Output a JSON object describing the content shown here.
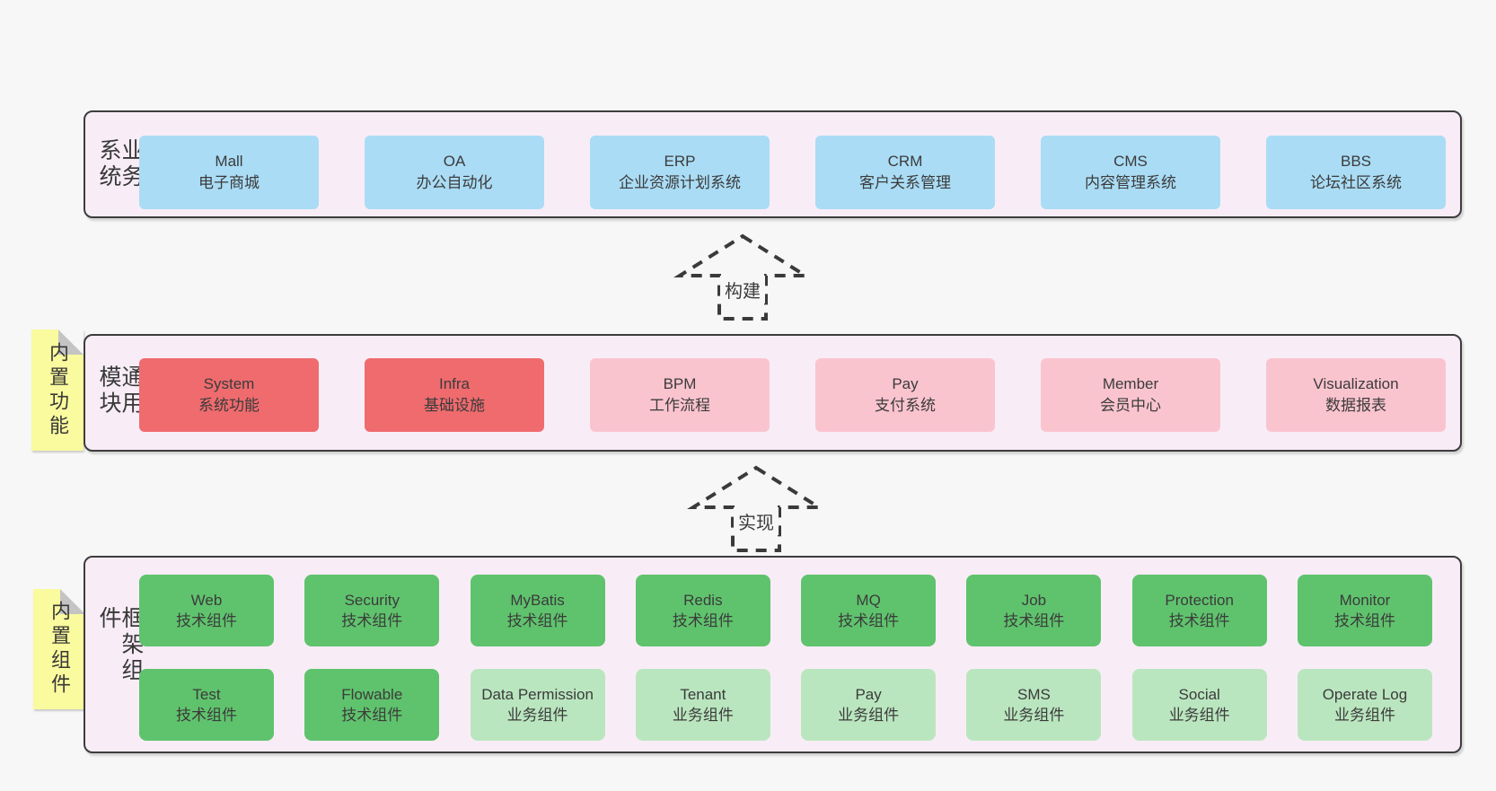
{
  "colors": {
    "page_bg": "#f7f7f7",
    "band_bg": "#f8edf6",
    "band_border": "#3d3d3d",
    "blue_box": "#aadcf5",
    "red_box": "#ef6b6e",
    "pink_box": "#fac4cf",
    "green_box": "#5fc36d",
    "light_green_box": "#bae6bf",
    "sticky_yellow": "#fafa9e",
    "text": "#3b3b3b"
  },
  "stickies": [
    {
      "label": "内置功能"
    },
    {
      "label": "内置组件"
    }
  ],
  "arrows": [
    {
      "label": "构建"
    },
    {
      "label": "实现"
    }
  ],
  "bands": [
    {
      "label": "业务系统",
      "boxes": [
        {
          "title": "Mall",
          "subtitle": "电子商城"
        },
        {
          "title": "OA",
          "subtitle": "办公自动化"
        },
        {
          "title": "ERP",
          "subtitle": "企业资源计划系统"
        },
        {
          "title": "CRM",
          "subtitle": "客户关系管理"
        },
        {
          "title": "CMS",
          "subtitle": "内容管理系统"
        },
        {
          "title": "BBS",
          "subtitle": "论坛社区系统"
        }
      ]
    },
    {
      "label": "通用模块",
      "boxes": [
        {
          "title": "System",
          "subtitle": "系统功能"
        },
        {
          "title": "Infra",
          "subtitle": "基础设施"
        },
        {
          "title": "BPM",
          "subtitle": "工作流程"
        },
        {
          "title": "Pay",
          "subtitle": "支付系统"
        },
        {
          "title": "Member",
          "subtitle": "会员中心"
        },
        {
          "title": "Visualization",
          "subtitle": "数据报表"
        }
      ]
    },
    {
      "label": "框架组件",
      "rows": [
        [
          {
            "title": "Web",
            "subtitle": "技术组件"
          },
          {
            "title": "Security",
            "subtitle": "技术组件"
          },
          {
            "title": "MyBatis",
            "subtitle": "技术组件"
          },
          {
            "title": "Redis",
            "subtitle": "技术组件"
          },
          {
            "title": "MQ",
            "subtitle": "技术组件"
          },
          {
            "title": "Job",
            "subtitle": "技术组件"
          },
          {
            "title": "Protection",
            "subtitle": "技术组件"
          },
          {
            "title": "Monitor",
            "subtitle": "技术组件"
          }
        ],
        [
          {
            "title": "Test",
            "subtitle": "技术组件"
          },
          {
            "title": "Flowable",
            "subtitle": "技术组件"
          },
          {
            "title": "Data Permission",
            "subtitle": "业务组件"
          },
          {
            "title": "Tenant",
            "subtitle": "业务组件"
          },
          {
            "title": "Pay",
            "subtitle": "业务组件"
          },
          {
            "title": "SMS",
            "subtitle": "业务组件"
          },
          {
            "title": "Social",
            "subtitle": "业务组件"
          },
          {
            "title": "Operate Log",
            "subtitle": "业务组件"
          }
        ]
      ]
    }
  ]
}
